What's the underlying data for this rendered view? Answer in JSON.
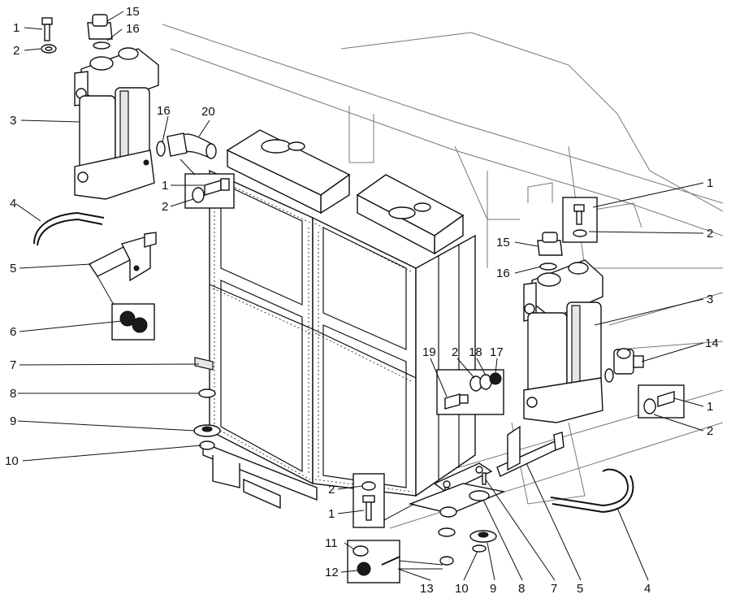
{
  "callouts": [
    {
      "id": "c1a",
      "text": "1"
    },
    {
      "id": "c15a",
      "text": "15"
    },
    {
      "id": "c16a",
      "text": "16"
    },
    {
      "id": "c2a",
      "text": "2"
    },
    {
      "id": "c3a",
      "text": "3"
    },
    {
      "id": "c16b",
      "text": "16"
    },
    {
      "id": "c20",
      "text": "20"
    },
    {
      "id": "c1b",
      "text": "1"
    },
    {
      "id": "c2b",
      "text": "2"
    },
    {
      "id": "c4a",
      "text": "4"
    },
    {
      "id": "c5a",
      "text": "5"
    },
    {
      "id": "c6",
      "text": "6"
    },
    {
      "id": "c7a",
      "text": "7"
    },
    {
      "id": "c8a",
      "text": "8"
    },
    {
      "id": "c9a",
      "text": "9"
    },
    {
      "id": "c10a",
      "text": "10"
    },
    {
      "id": "c1c",
      "text": "1"
    },
    {
      "id": "c2c",
      "text": "2"
    },
    {
      "id": "c15b",
      "text": "15"
    },
    {
      "id": "c16c",
      "text": "16"
    },
    {
      "id": "c3b",
      "text": "3"
    },
    {
      "id": "c14",
      "text": "14"
    },
    {
      "id": "c1d",
      "text": "1"
    },
    {
      "id": "c2d",
      "text": "2"
    },
    {
      "id": "c19",
      "text": "19"
    },
    {
      "id": "c2e",
      "text": "2"
    },
    {
      "id": "c18",
      "text": "18"
    },
    {
      "id": "c17",
      "text": "17"
    },
    {
      "id": "c2f",
      "text": "2"
    },
    {
      "id": "c1e",
      "text": "1"
    },
    {
      "id": "c11",
      "text": "11"
    },
    {
      "id": "c12",
      "text": "12"
    },
    {
      "id": "c13",
      "text": "13"
    },
    {
      "id": "c10b",
      "text": "10"
    },
    {
      "id": "c9b",
      "text": "9"
    },
    {
      "id": "c8b",
      "text": "8"
    },
    {
      "id": "c7b",
      "text": "7"
    },
    {
      "id": "c5b",
      "text": "5"
    },
    {
      "id": "c4b",
      "text": "4"
    }
  ]
}
